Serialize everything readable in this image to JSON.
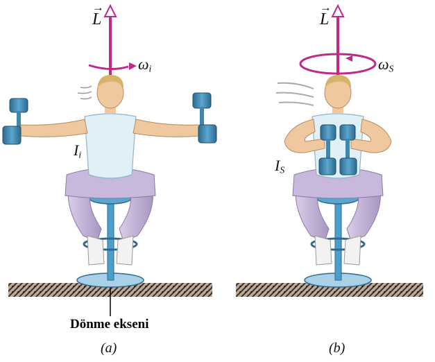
{
  "colors": {
    "axis_arrow": "#c0288a",
    "skin": "#f0c8a0",
    "tank_top": "#dff0f6",
    "pants": "#c8b8dc",
    "stool": "#4aa0c8",
    "dumbbell": "#3f86b0",
    "floor": "#5e4a3a"
  },
  "panel_a": {
    "vector_label": "L",
    "omega_label": "ω",
    "omega_sub": "i",
    "inertia_label": "I",
    "inertia_sub": "i",
    "caption": "(a)"
  },
  "panel_b": {
    "vector_label": "L",
    "omega_label": "ω",
    "omega_sub": "S",
    "inertia_label": "I",
    "inertia_sub": "S",
    "caption": "(b)"
  },
  "axis_caption": "Dönme ekseni"
}
